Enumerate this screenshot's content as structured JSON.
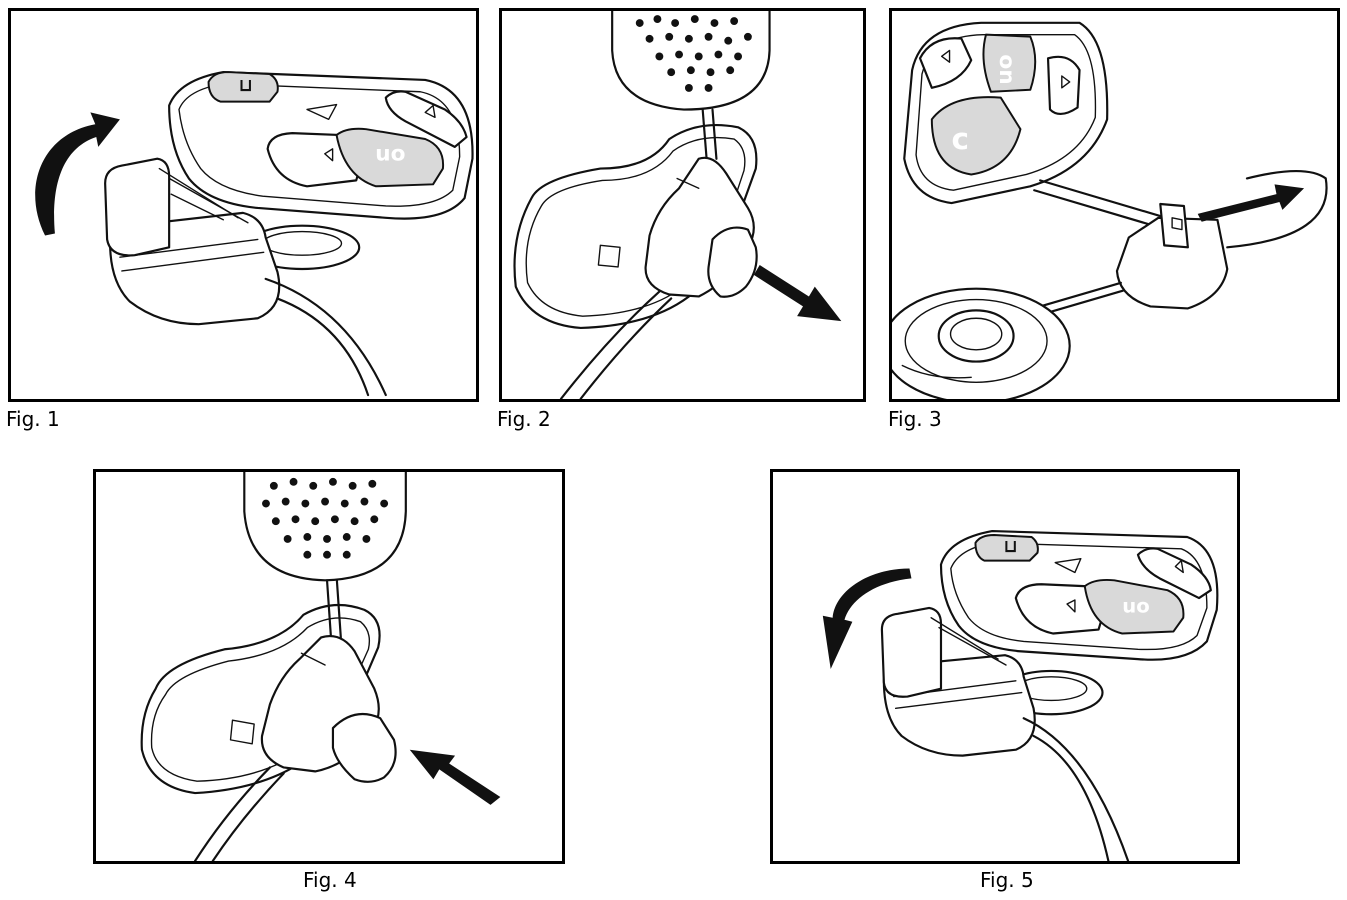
{
  "figures": [
    {
      "caption": "Fig. 1",
      "arrow_direction": "curved-up"
    },
    {
      "caption": "Fig. 2",
      "arrow_direction": "down-right"
    },
    {
      "caption": "Fig. 3",
      "arrow_direction": "up-right"
    },
    {
      "caption": "Fig. 4",
      "arrow_direction": "up-left"
    },
    {
      "caption": "Fig. 5",
      "arrow_direction": "curved-down"
    }
  ],
  "button_labels": {
    "on": "on",
    "c": "c"
  }
}
